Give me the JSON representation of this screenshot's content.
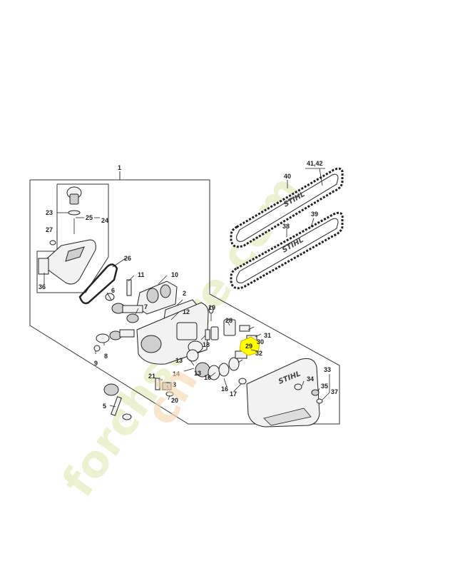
{
  "parts": {
    "main_assembly": "1",
    "p2": "2",
    "p3": "3",
    "p5": "5",
    "p6": "6",
    "p7": "7",
    "p8": "8",
    "p9": "9",
    "p10": "10",
    "p11": "11",
    "p12": "12",
    "p13a": "13",
    "p13b": "13",
    "p14": "14",
    "p16a": "16",
    "p16b": "16",
    "p17": "17",
    "p18": "18",
    "p19": "19",
    "p20": "20",
    "p21": "21",
    "p23": "23",
    "p24": "24",
    "p25": "25",
    "p26": "26",
    "p27": "27",
    "p28": "28",
    "p29": "29",
    "p30": "30",
    "p31": "31",
    "p32": "32",
    "p33": "33",
    "p34": "34",
    "p35": "35",
    "p36": "36",
    "p37": "37",
    "p38": "38",
    "p39": "39",
    "p40": "40",
    "p41_42": "41,42"
  },
  "highlight": {
    "part": "29",
    "color": "#ffff00"
  },
  "brand_logos": {
    "bar_upper": "STIHL",
    "bar_lower": "STIHL",
    "cover": "STIHL"
  },
  "watermark": {
    "text": "forchstore.com",
    "colors": [
      "#e9f0c8",
      "#f6dcbc"
    ]
  }
}
